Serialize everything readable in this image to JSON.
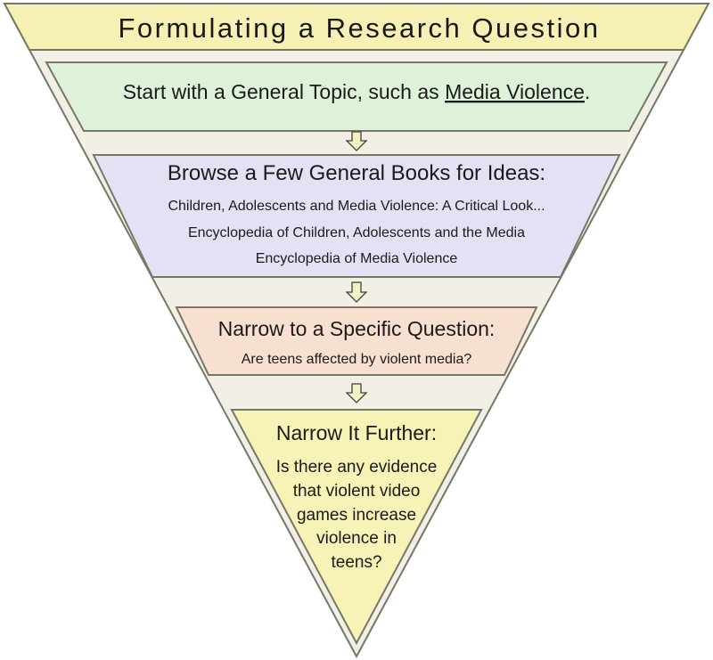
{
  "colors": {
    "funnel_fill": "#f1efe6",
    "outline": "#777766",
    "title_fill": "#f6f0b5",
    "topic_fill": "#def2d9",
    "books_fill": "#e3e2f4",
    "question_fill": "#f7e0cf",
    "further_fill": "#f7f2b5",
    "arrow_fill": "#f4f1c6"
  },
  "title": "Formulating a Research Question",
  "topic": {
    "prefix": "Start with a General Topic, such as ",
    "emphasis": "Media Violence",
    "suffix": "."
  },
  "books": {
    "heading": "Browse a Few General Books for Ideas:",
    "items": [
      "Children, Adolescents and Media Violence: A Critical Look...",
      "Encyclopedia of Children, Adolescents and the Media",
      "Encyclopedia of Media Violence"
    ]
  },
  "specific": {
    "heading": "Narrow to a Specific Question:",
    "question": "Are teens affected by violent media?"
  },
  "further": {
    "heading": "Narrow It Further:",
    "lines": [
      "Is there any evidence",
      "that violent video",
      "games increase",
      "violence in",
      "teens?"
    ]
  },
  "arrow_icon": "down-arrow-icon"
}
